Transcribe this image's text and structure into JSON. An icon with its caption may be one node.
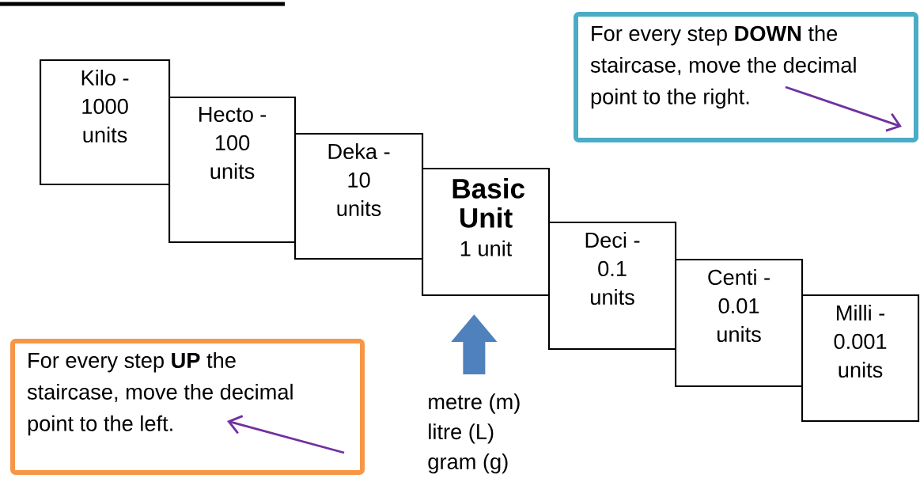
{
  "diagram": {
    "nodes": [
      {
        "text": [
          "Kilo - 1000 units"
        ]
      },
      {
        "text": [
          "Hecto - 100 units"
        ]
      },
      {
        "text": [
          "Deka - 10 units"
        ]
      },
      {
        "text": [
          "Basic Unit",
          "1 unit"
        ]
      },
      {
        "text": [
          "Deci - 0.1 units"
        ]
      },
      {
        "text": [
          "Centi - 0.01 units"
        ]
      },
      {
        "text": [
          "Milli - 0.001 units"
        ]
      },
      {
        "text": [
          "For every step **DOWN** the staircase, move the decimal point to the right."
        ]
      },
      {
        "text": [
          "For every step **UP** the staircase, move the decimal point to the left."
        ]
      },
      {
        "text": [
          "metre (m)",
          "litre (L)",
          "gram (g)"
        ]
      }
    ],
    "edges": [
      {
        "from": 9,
        "to": 3,
        "arrow": "to",
        "color": "#4f81bd"
      }
    ]
  }
}
